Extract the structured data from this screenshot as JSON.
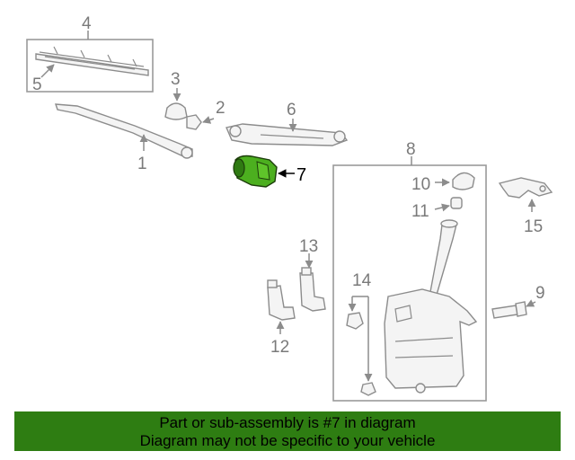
{
  "diagram": {
    "callouts": {
      "c1": "1",
      "c2": "2",
      "c3": "3",
      "c4": "4",
      "c5": "5",
      "c6": "6",
      "c7": "7",
      "c8": "8",
      "c9": "9",
      "c10": "10",
      "c11": "11",
      "c12": "12",
      "c13": "13",
      "c14": "14",
      "c15": "15"
    },
    "highlight_part": "7",
    "colors": {
      "highlight_part": "#4caf1f",
      "line_art": "#8c8c8c",
      "banner_bg": "#2e7d12"
    }
  },
  "banner": {
    "line1": "Part or sub-assembly is #7 in diagram",
    "line2": "Diagram may not be specific to your vehicle"
  }
}
